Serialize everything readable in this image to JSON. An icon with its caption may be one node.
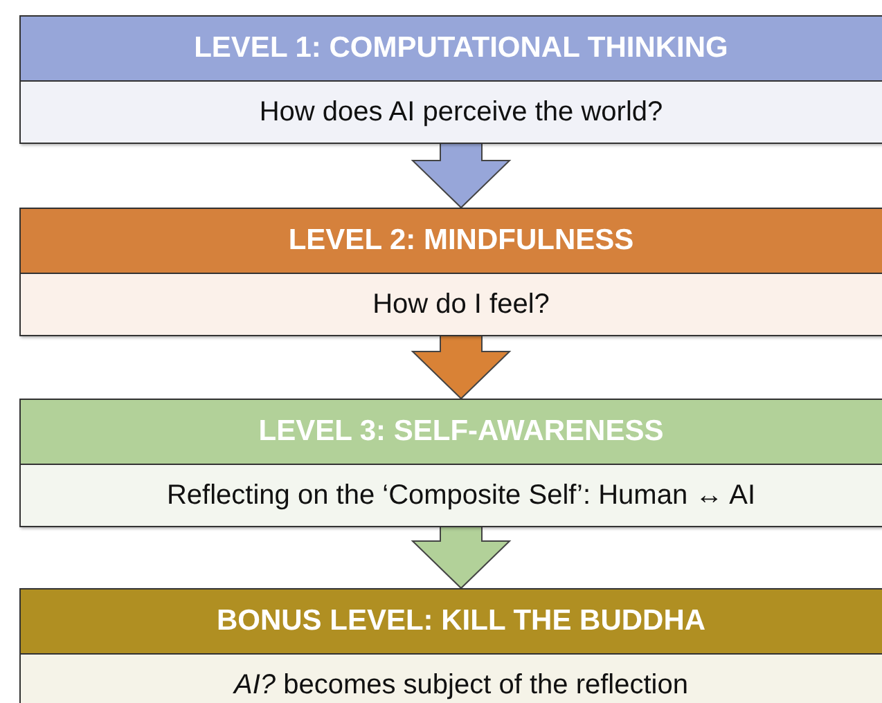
{
  "diagram": {
    "nodes": [
      {
        "text": [
          "LEVEL 1: COMPUTATIONAL THINKING",
          "How does AI perceive the world?"
        ]
      },
      {
        "text": [
          "LEVEL 2: MINDFULNESS",
          "How do I feel?"
        ]
      },
      {
        "text": [
          "LEVEL 3: SELF-AWARENESS",
          "Reflecting on the ‘Composite Self’: Human ↔ AI"
        ]
      },
      {
        "text": [
          "BONUS LEVEL: KILL THE BUDDHA",
          "*AI?* becomes subject of the reflection"
        ]
      }
    ],
    "edges": [
      {
        "from": 0,
        "to": 1,
        "arrow": "to",
        "color": "#97a6d9"
      },
      {
        "from": 1,
        "to": 2,
        "arrow": "to",
        "color": "#d98236"
      },
      {
        "from": 2,
        "to": 3,
        "arrow": "to",
        "color": "#b2d199"
      }
    ]
  }
}
